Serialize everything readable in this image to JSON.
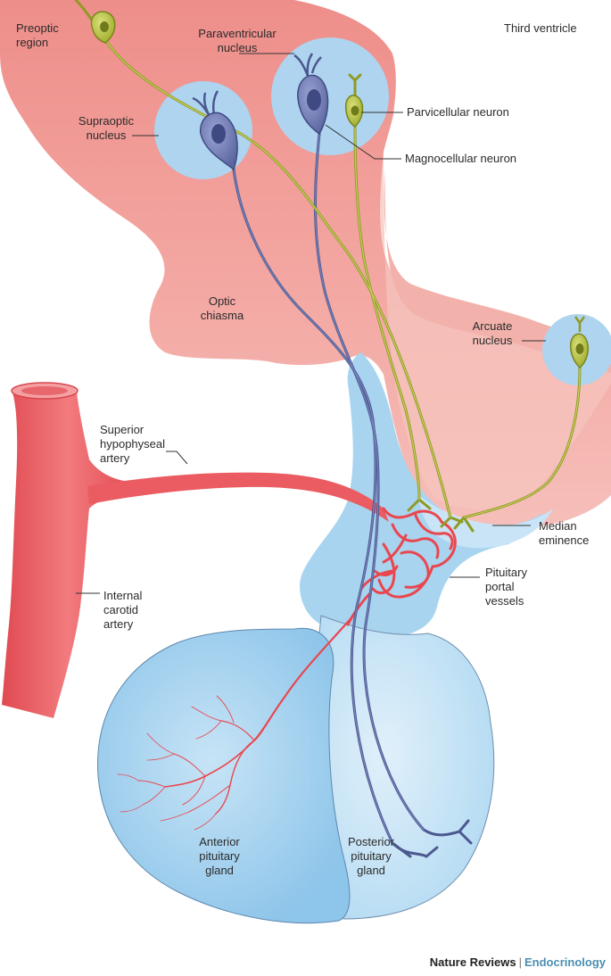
{
  "labels": {
    "preoptic_region": [
      "Preoptic",
      "region"
    ],
    "third_ventricle": "Third ventricle",
    "paraventricular_nucleus": [
      "Paraventricular",
      "nucleus"
    ],
    "supraoptic_nucleus": [
      "Supraoptic",
      "nucleus"
    ],
    "parvicellular_neuron": "Parvicellular neuron",
    "magnocellular_neuron": "Magnocellular neuron",
    "optic_chiasma": [
      "Optic",
      "chiasma"
    ],
    "arcuate_nucleus": [
      "Arcuate",
      "nucleus"
    ],
    "superior_hypophyseal_artery": [
      "Superior",
      "hypophyseal",
      "artery"
    ],
    "median_eminence": [
      "Median",
      "eminence"
    ],
    "pituitary_portal_vessels": [
      "Pituitary",
      "portal",
      "vessels"
    ],
    "internal_carotid_artery": [
      "Internal",
      "carotid",
      "artery"
    ],
    "anterior_pituitary_gland": [
      "Anterior",
      "pituitary",
      "gland"
    ],
    "posterior_pituitary_gland": [
      "Posterior",
      "pituitary",
      "gland"
    ]
  },
  "footer": {
    "publisher": "Nature Reviews",
    "separator": "|",
    "journal": "Endocrinology"
  },
  "colors": {
    "hypothalamus": "#f2a9a3",
    "hypothalamus_dark": "#e9827d",
    "nucleus_halo": "#a9d2ef",
    "pituitary": "#a8d3f0",
    "pituitary_light": "#cde7f7",
    "magnocellular": "#5e6aa6",
    "parvicellular": "#a8b431",
    "artery": "#e9585e",
    "leader_line": "#333333"
  }
}
